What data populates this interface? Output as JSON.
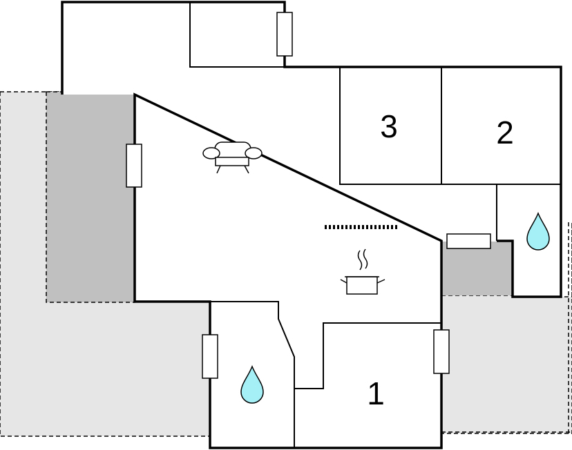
{
  "rooms": [
    {
      "id": "bedroom-3",
      "label": "3"
    },
    {
      "id": "bedroom-2",
      "label": "2"
    },
    {
      "id": "bedroom-1",
      "label": "1"
    }
  ],
  "colors": {
    "wall": "#000000",
    "terrace": "#e6e6e6",
    "covered_terrace": "#c0c0c0",
    "water": "#a5f0f7",
    "floor": "#ffffff"
  },
  "icons": [
    "sofa-icon",
    "cooking-pot-icon",
    "water-drop-icon",
    "water-drop-icon"
  ]
}
